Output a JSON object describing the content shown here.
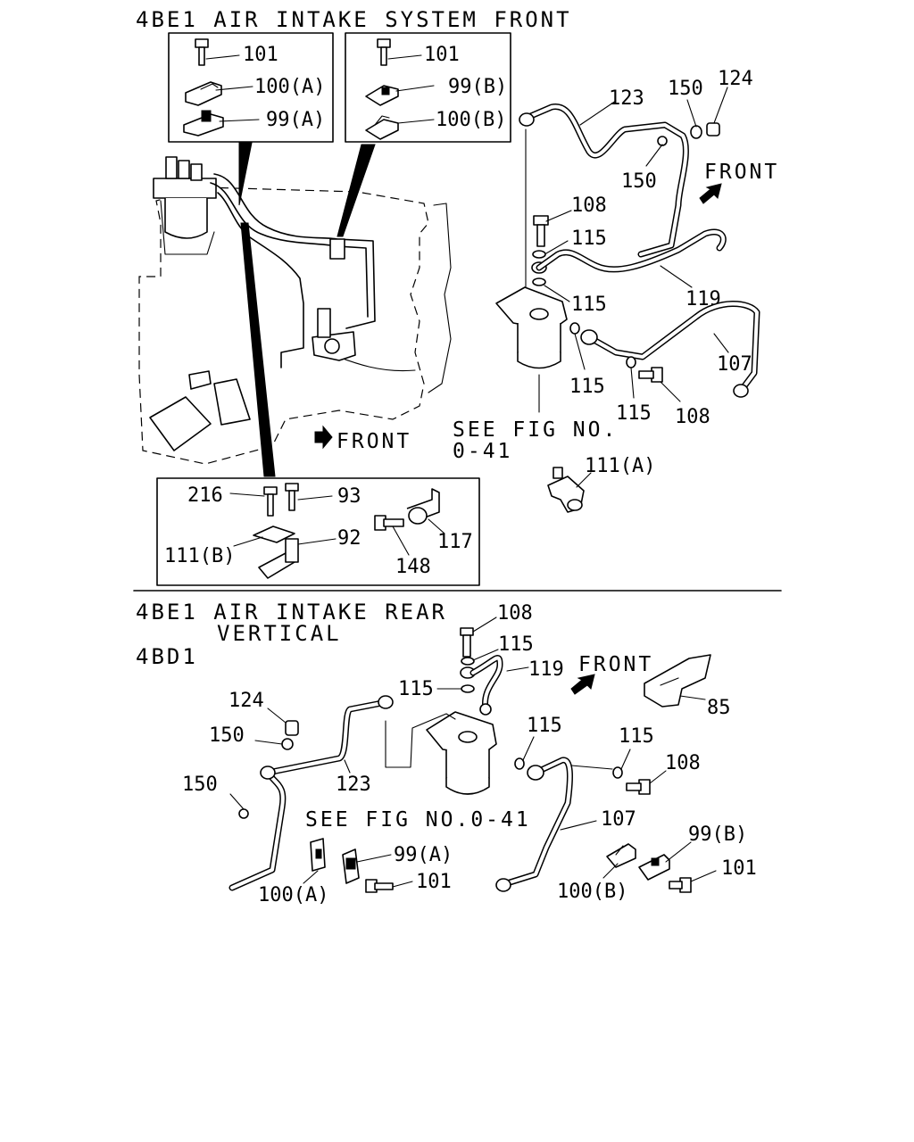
{
  "titles": {
    "top": "4BE1 AIR INTAKE SYSTEM FRONT",
    "bottom_line1": "4BE1 AIR INTAKE REAR",
    "bottom_line2": "VERTICAL",
    "bottom_line3": "4BD1"
  },
  "notes": {
    "see_fig_top_line1": "SEE FIG NO.",
    "see_fig_top_line2": "0-41",
    "see_fig_bottom": "SEE FIG NO.0-41",
    "front": "FRONT"
  },
  "callouts": {
    "box1_101": "101",
    "box1_100a": "100(A)",
    "box1_99a": "99(A)",
    "box2_101": "101",
    "box2_99b": "99(B)",
    "box2_100b": "100(B)",
    "t_123": "123",
    "t_150a": "150",
    "t_124": "124",
    "t_150b": "150",
    "t_108a": "108",
    "t_115a": "115",
    "t_115b": "115",
    "t_119": "119",
    "t_107": "107",
    "t_115c": "115",
    "t_115d": "115",
    "t_108b": "108",
    "t_111a": "111(A)",
    "box3_216": "216",
    "box3_93": "93",
    "box3_92": "92",
    "box3_111b": "111(B)",
    "box3_148": "148",
    "box3_117": "117",
    "b_108a": "108",
    "b_115a": "115",
    "b_119": "119",
    "b_115b": "115",
    "b_85": "85",
    "b_124": "124",
    "b_150a": "150",
    "b_150b": "150",
    "b_123": "123",
    "b_115c": "115",
    "b_115d": "115",
    "b_108b": "108",
    "b_107": "107",
    "b_99b": "99(B)",
    "b_101a": "101",
    "b_99a": "99(A)",
    "b_101b": "101",
    "b_100a": "100(A)",
    "b_100b": "100(B)"
  }
}
